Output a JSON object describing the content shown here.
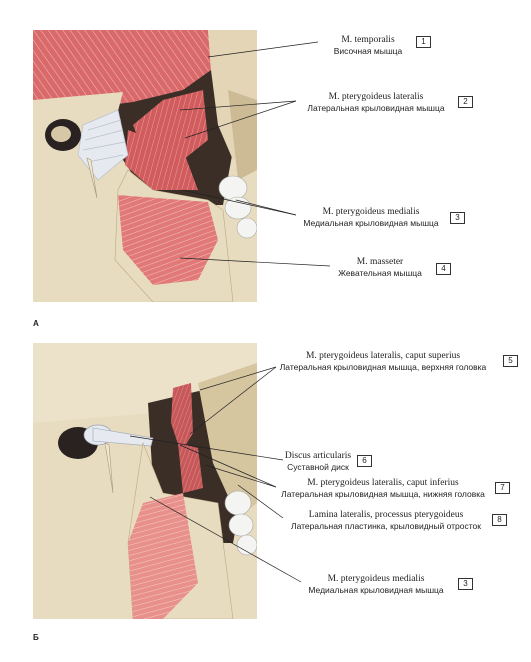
{
  "panel_letters": {
    "a": "А",
    "b": "Б"
  },
  "labels": [
    {
      "num": "1",
      "latin": "M. temporalis",
      "russian": "Височная мышца"
    },
    {
      "num": "2",
      "latin": "M. pterygoideus lateralis",
      "russian": "Латеральная крыловидная мышца"
    },
    {
      "num": "3",
      "latin": "M. pterygoideus medialis",
      "russian": "Медиальная крыловидная мышца"
    },
    {
      "num": "4",
      "latin": "M. masseter",
      "russian": "Жевательная мышца"
    },
    {
      "num": "5",
      "latin": "M. pterygoideus lateralis, caput superius",
      "russian": "Латеральная крыловидная мышца, верхняя головка"
    },
    {
      "num": "6",
      "latin": "Discus articularis",
      "russian": "Суставной диск"
    },
    {
      "num": "7",
      "latin": "M. pterygoideus lateralis, caput inferius",
      "russian": "Латеральная крыловидная мышца, нижняя головка"
    },
    {
      "num": "8",
      "latin": "Lamina lateralis, processus pterygoideus",
      "russian": "Латеральная пластинка, крыловидный отросток"
    },
    {
      "num": "3",
      "latin": "M. pterygoideus medialis",
      "russian": "Медиальная крыловидная мышца"
    }
  ],
  "colors": {
    "bone": "#e8dcc0",
    "bone_dark": "#c9b894",
    "muscle": "#d9696a",
    "muscle_light": "#eb9b98",
    "tendon": "#e6eaf0",
    "tooth": "#f4f4f2"
  }
}
